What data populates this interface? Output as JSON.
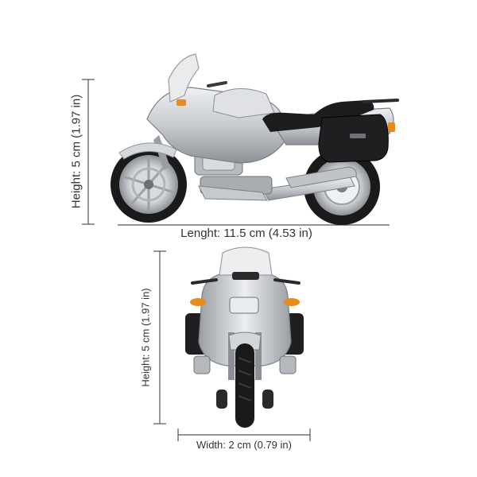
{
  "labels": {
    "side_height": "Height: 5 cm (1.97 in)",
    "side_length": "Lenght: 11.5 cm (4.53 in)",
    "front_height": "Height: 5 cm (1.97 in)",
    "front_width": "Width: 2 cm (0.79 in)"
  },
  "colors": {
    "body_silver": "#c9ccd0",
    "body_light": "#e6e8ea",
    "seat_black": "#1c1c1e",
    "tire": "#1a1a1a",
    "indicator_orange": "#e88a1e",
    "dimension_line": "#555555"
  }
}
